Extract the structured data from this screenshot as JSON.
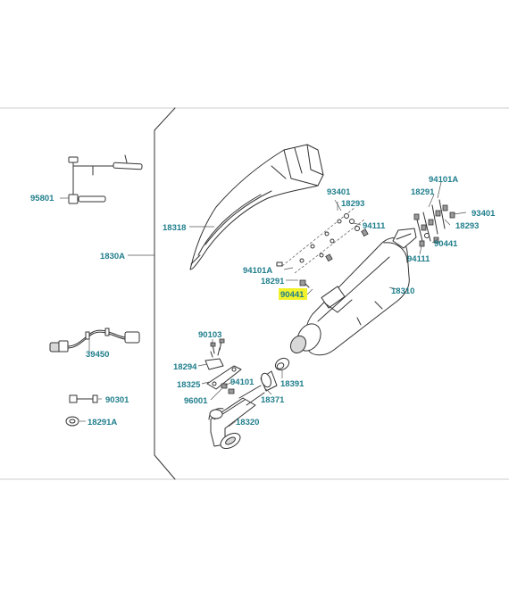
{
  "colors": {
    "label": "#1f7e8c",
    "highlight": "#f2f22a",
    "line": "#333333",
    "frame": "#cccccc"
  },
  "highlighted_part": "90441",
  "labels": {
    "p95801": "95801",
    "p18318": "18318",
    "p1830A": "1830A",
    "p93401a": "93401",
    "p18293a": "18293",
    "p94111a": "94111",
    "p94101Aa": "94101A",
    "p18291a": "18291",
    "p90441a": "90441",
    "p18310": "18310",
    "p94101Ab": "94101A",
    "p18291b": "18291",
    "p93401b": "93401",
    "p18293b": "18293",
    "p90441b": "90441",
    "p94111b": "94111",
    "p39450": "39450",
    "p90103": "90103",
    "p18294": "18294",
    "p18325": "18325",
    "p94101": "94101",
    "p96001": "96001",
    "p18371": "18371",
    "p18391": "18391",
    "p18320": "18320",
    "p90301": "90301",
    "p18291A": "18291A"
  }
}
